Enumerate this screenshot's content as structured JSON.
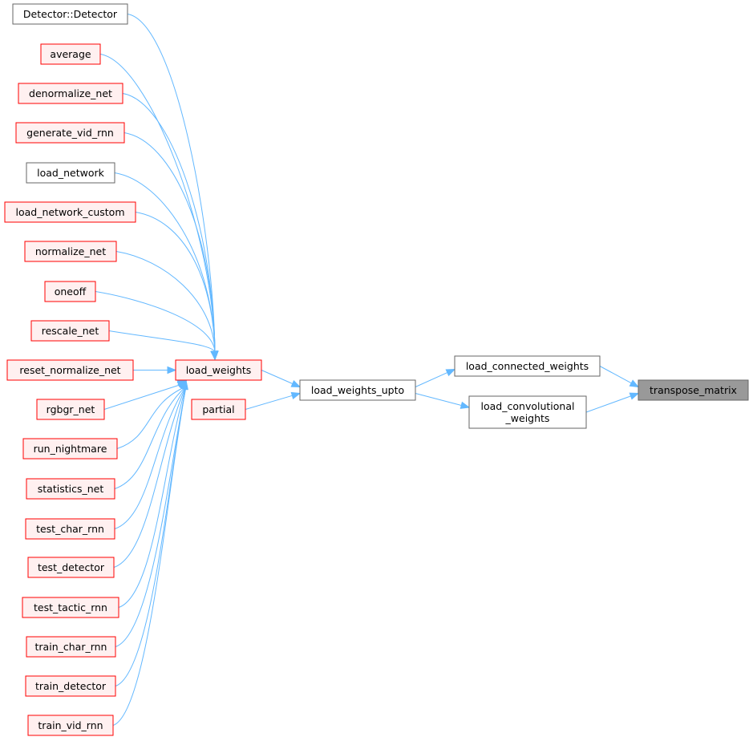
{
  "graph": {
    "colors": {
      "edge": "#63b8ff",
      "red_border": "#ff0000",
      "red_fill": "#fff0f0",
      "black_border": "#666666",
      "white_fill": "#ffffff",
      "focus_fill": "#999999",
      "focus_border": "#666666"
    },
    "nodes": [
      {
        "id": "detector_detector",
        "lines": [
          "Detector::Detector"
        ],
        "style": "plain"
      },
      {
        "id": "average",
        "lines": [
          "average"
        ],
        "style": "red"
      },
      {
        "id": "denormalize_net",
        "lines": [
          "denormalize_net"
        ],
        "style": "red"
      },
      {
        "id": "generate_vid_rnn",
        "lines": [
          "generate_vid_rnn"
        ],
        "style": "red"
      },
      {
        "id": "load_network",
        "lines": [
          "load_network"
        ],
        "style": "plain"
      },
      {
        "id": "load_network_custom",
        "lines": [
          "load_network_custom"
        ],
        "style": "red"
      },
      {
        "id": "normalize_net",
        "lines": [
          "normalize_net"
        ],
        "style": "red"
      },
      {
        "id": "oneoff",
        "lines": [
          "oneoff"
        ],
        "style": "red"
      },
      {
        "id": "rescale_net",
        "lines": [
          "rescale_net"
        ],
        "style": "red"
      },
      {
        "id": "reset_normalize_net",
        "lines": [
          "reset_normalize_net"
        ],
        "style": "red"
      },
      {
        "id": "rgbgr_net",
        "lines": [
          "rgbgr_net"
        ],
        "style": "red"
      },
      {
        "id": "run_nightmare",
        "lines": [
          "run_nightmare"
        ],
        "style": "red"
      },
      {
        "id": "statistics_net",
        "lines": [
          "statistics_net"
        ],
        "style": "red"
      },
      {
        "id": "test_char_rnn",
        "lines": [
          "test_char_rnn"
        ],
        "style": "red"
      },
      {
        "id": "test_detector",
        "lines": [
          "test_detector"
        ],
        "style": "red"
      },
      {
        "id": "test_tactic_rnn",
        "lines": [
          "test_tactic_rnn"
        ],
        "style": "red"
      },
      {
        "id": "train_char_rnn",
        "lines": [
          "train_char_rnn"
        ],
        "style": "red"
      },
      {
        "id": "train_detector",
        "lines": [
          "train_detector"
        ],
        "style": "red"
      },
      {
        "id": "train_vid_rnn",
        "lines": [
          "train_vid_rnn"
        ],
        "style": "red"
      },
      {
        "id": "load_weights",
        "lines": [
          "load_weights"
        ],
        "style": "red"
      },
      {
        "id": "partial",
        "lines": [
          "partial"
        ],
        "style": "red"
      },
      {
        "id": "load_weights_upto",
        "lines": [
          "load_weights_upto"
        ],
        "style": "plain"
      },
      {
        "id": "load_connected_weights",
        "lines": [
          "load_connected_weights"
        ],
        "style": "plain"
      },
      {
        "id": "load_convolutional_weights",
        "lines": [
          "load_convolutional",
          "_weights"
        ],
        "style": "plain"
      },
      {
        "id": "transpose_matrix",
        "lines": [
          "transpose_matrix"
        ],
        "style": "focus"
      }
    ],
    "edges": [
      {
        "from": "load_connected_weights",
        "to": "transpose_matrix"
      },
      {
        "from": "load_convolutional_weights",
        "to": "transpose_matrix"
      },
      {
        "from": "load_weights_upto",
        "to": "load_connected_weights"
      },
      {
        "from": "load_weights_upto",
        "to": "load_convolutional_weights"
      },
      {
        "from": "load_weights",
        "to": "load_weights_upto"
      },
      {
        "from": "partial",
        "to": "load_weights_upto"
      },
      {
        "from": "detector_detector",
        "to": "load_weights"
      },
      {
        "from": "average",
        "to": "load_weights"
      },
      {
        "from": "denormalize_net",
        "to": "load_weights"
      },
      {
        "from": "generate_vid_rnn",
        "to": "load_weights"
      },
      {
        "from": "load_network",
        "to": "load_weights"
      },
      {
        "from": "load_network_custom",
        "to": "load_weights"
      },
      {
        "from": "normalize_net",
        "to": "load_weights"
      },
      {
        "from": "oneoff",
        "to": "load_weights"
      },
      {
        "from": "rescale_net",
        "to": "load_weights"
      },
      {
        "from": "reset_normalize_net",
        "to": "load_weights"
      },
      {
        "from": "rgbgr_net",
        "to": "load_weights"
      },
      {
        "from": "run_nightmare",
        "to": "load_weights"
      },
      {
        "from": "statistics_net",
        "to": "load_weights"
      },
      {
        "from": "test_char_rnn",
        "to": "load_weights"
      },
      {
        "from": "test_detector",
        "to": "load_weights"
      },
      {
        "from": "test_tactic_rnn",
        "to": "load_weights"
      },
      {
        "from": "train_char_rnn",
        "to": "load_weights"
      },
      {
        "from": "train_detector",
        "to": "load_weights"
      },
      {
        "from": "train_vid_rnn",
        "to": "load_weights"
      }
    ]
  }
}
